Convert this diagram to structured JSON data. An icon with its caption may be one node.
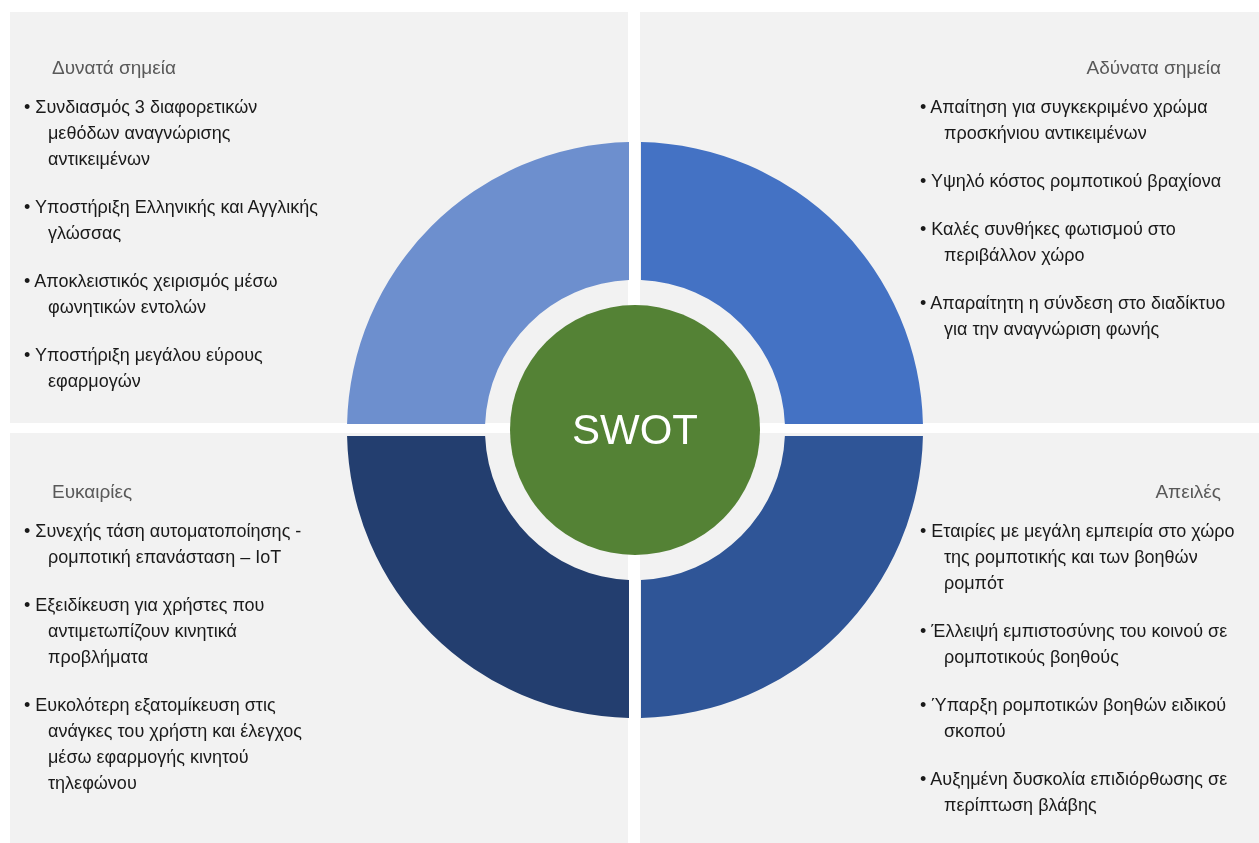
{
  "diagram": {
    "nodes": [
      {
        "text": [
          "Δυνατά σημεία",
          "• Συνδιασμός 3 διαφορετικών μεθόδων αναγνώρισης αντικειμένων",
          "• Υποστήριξη Ελληνικής και Αγγλικής γλώσσας",
          "• Αποκλειστικός χειρισμός μέσω φωνητικών εντολών",
          "• Υποστήριξη μεγάλου εύρους εφαρμογών"
        ]
      },
      {
        "text": [
          "Αδύνατα σημεία",
          "• Απαίτηση για συγκεκριμένο χρώμα προσκήνιου αντικειμένων",
          "• Υψηλό κόστος ρομποτικού βραχίονα",
          "• Καλές συνθήκες φωτισμού στο περιβάλλον χώρο",
          "• Απαραίτητη η σύνδεση στο διαδίκτυο για την αναγνώριση φωνής"
        ]
      },
      {
        "text": [
          "Ευκαιρίες",
          "• Συνεχής τάση αυτοματοποίησης - ρομποτική επανάσταση – IoT",
          "• Εξειδίκευση για χρήστες που αντιμετωπίζουν κινητικά προβλήματα",
          "• Ευκολότερη εξατομίκευση στις ανάγκες του χρήστη και έλεγχος μέσω εφαρμογής κινητού τηλεφώνου"
        ]
      },
      {
        "text": [
          "Απειλές",
          "• Εταιρίες με μεγάλη εμπειρία στο χώρο της ρομποτικής και των βοηθών ρομπότ",
          "• Έλλειψή εμπιστοσύνης του κοινού σε ρομποτικούς βοηθούς",
          "• Ύπαρξη ρομποτικών βοηθών ειδικού σκοπού",
          "• Αυξημένη δυσκολία επιδιόρθωσης σε περίπτωση βλάβης"
        ]
      },
      {
        "text": [
          "SWOT"
        ]
      }
    ],
    "edges": []
  }
}
